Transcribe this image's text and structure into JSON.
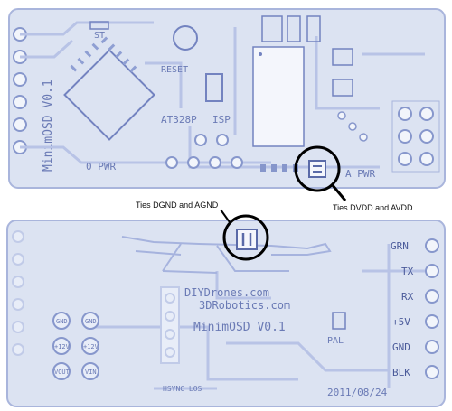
{
  "top_board": {
    "name": "MinimOSD V0.1",
    "chip": "AT328P",
    "labels": {
      "st": "ST",
      "reset": "RESET",
      "isp": "ISP",
      "pwr_left": "0 PWR",
      "pwr_right": "A PWR"
    }
  },
  "bottom_board": {
    "site1": "DIYDrones.com",
    "site2": "3DRobotics.com",
    "name": "MinimOSD V0.1",
    "date": "2011/08/24",
    "pal": "PAL",
    "hsync_los": "HSYNC LOS",
    "right_pins": [
      "GRN",
      "TX",
      "RX",
      "+5V",
      "GND",
      "BLK"
    ],
    "pad_labels": {
      "gnd_a": "GND",
      "gnd_b": "GND",
      "v12_a": "+12V",
      "v12_b": "+12V",
      "vout": "VOUT",
      "vin": "VIN"
    }
  },
  "callouts": {
    "left": "Ties DGND and AGND",
    "right": "Ties DVDD and AVDD"
  },
  "colors": {
    "board": "#dce3f2",
    "outline": "#a9b5dc",
    "silkscreen": "#7383c0",
    "callout_ring": "#000000"
  }
}
